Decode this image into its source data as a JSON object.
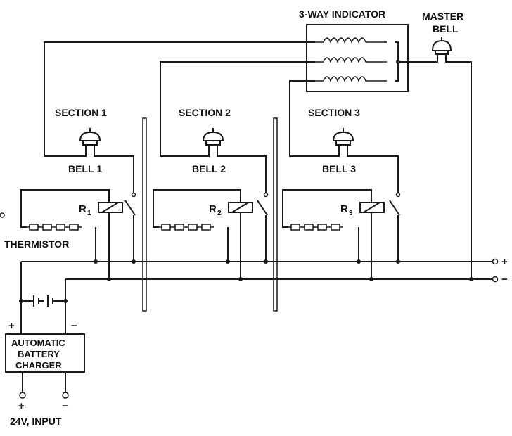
{
  "labels": {
    "indicator": "3-WAY INDICATOR",
    "master_bell_line1": "MASTER",
    "master_bell_line2": "BELL",
    "section1": "SECTION 1",
    "section2": "SECTION 2",
    "section3": "SECTION 3",
    "bell1": "BELL 1",
    "bell2": "BELL 2",
    "bell3": "BELL 3",
    "relay1": "R",
    "relay1_sub": "1",
    "relay2": "R",
    "relay2_sub": "2",
    "relay3": "R",
    "relay3_sub": "3",
    "thermistor": "THERMISTOR",
    "charger_line1": "AUTOMATIC",
    "charger_line2": "BATTERY",
    "charger_line3": "CHARGER",
    "plus": "+",
    "minus": "−",
    "battery_plus": "+",
    "battery_minus": "−",
    "input_plus": "+",
    "input_minus": "−",
    "input": "24V, INPUT"
  },
  "colors": {
    "ink": "#1a1a1a",
    "background": "#ffffff"
  }
}
